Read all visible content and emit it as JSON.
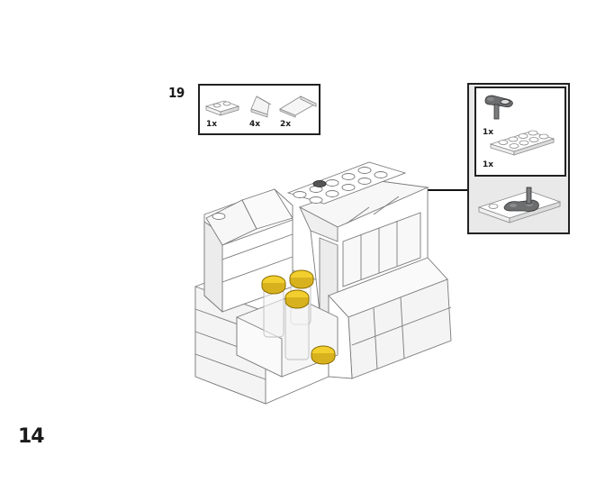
{
  "step": {
    "number": "19"
  },
  "page": {
    "number": "14"
  },
  "parts_list": {
    "items": [
      {
        "qty": "1x",
        "part": "plate-1x2-white"
      },
      {
        "qty": "4x",
        "part": "slope-white-small"
      },
      {
        "qty": "2x",
        "part": "slope-white-large"
      }
    ]
  },
  "subassembly": {
    "items": [
      {
        "qty": "1x",
        "part": "plate-with-pin-dark-gray"
      },
      {
        "qty": "1x",
        "part": "plate-2x4-white"
      }
    ]
  },
  "colors": {
    "yellow": "#f2cf2e",
    "dark_gray": "#6c6e70",
    "light_bg": "#e9e9e9",
    "outline": "#222222"
  }
}
